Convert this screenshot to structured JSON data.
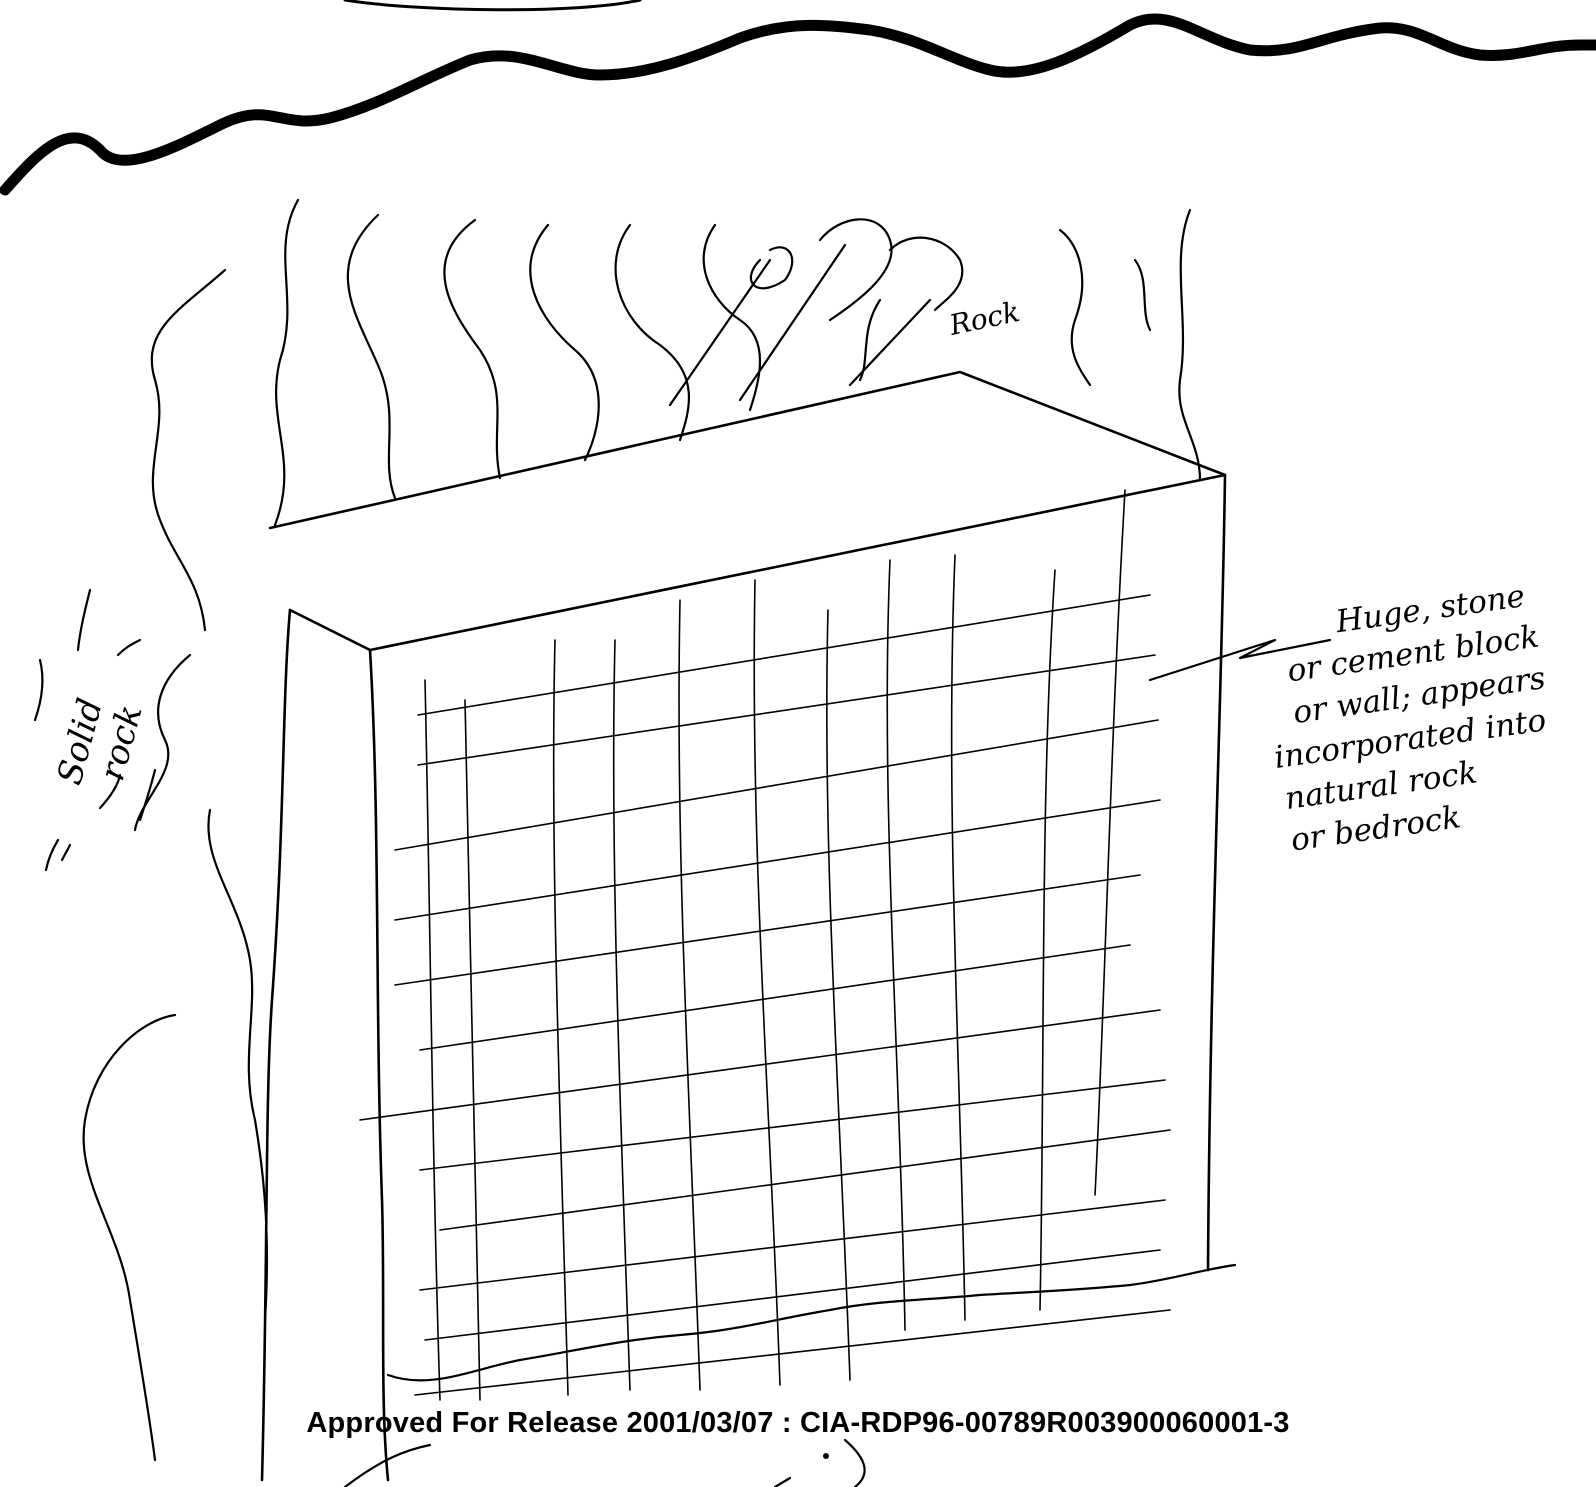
{
  "labels": {
    "rock": "Rock",
    "solid_rock": [
      "Solid",
      "rock"
    ],
    "block_note": [
      "Huge, stone",
      "or cement block",
      "or wall; appears",
      "incorporated into",
      "natural rock",
      "or bedrock"
    ]
  },
  "footer": {
    "release_text": "Approved For Release 2001/03/07 : CIA-RDP96-00789R003900060001-3"
  }
}
